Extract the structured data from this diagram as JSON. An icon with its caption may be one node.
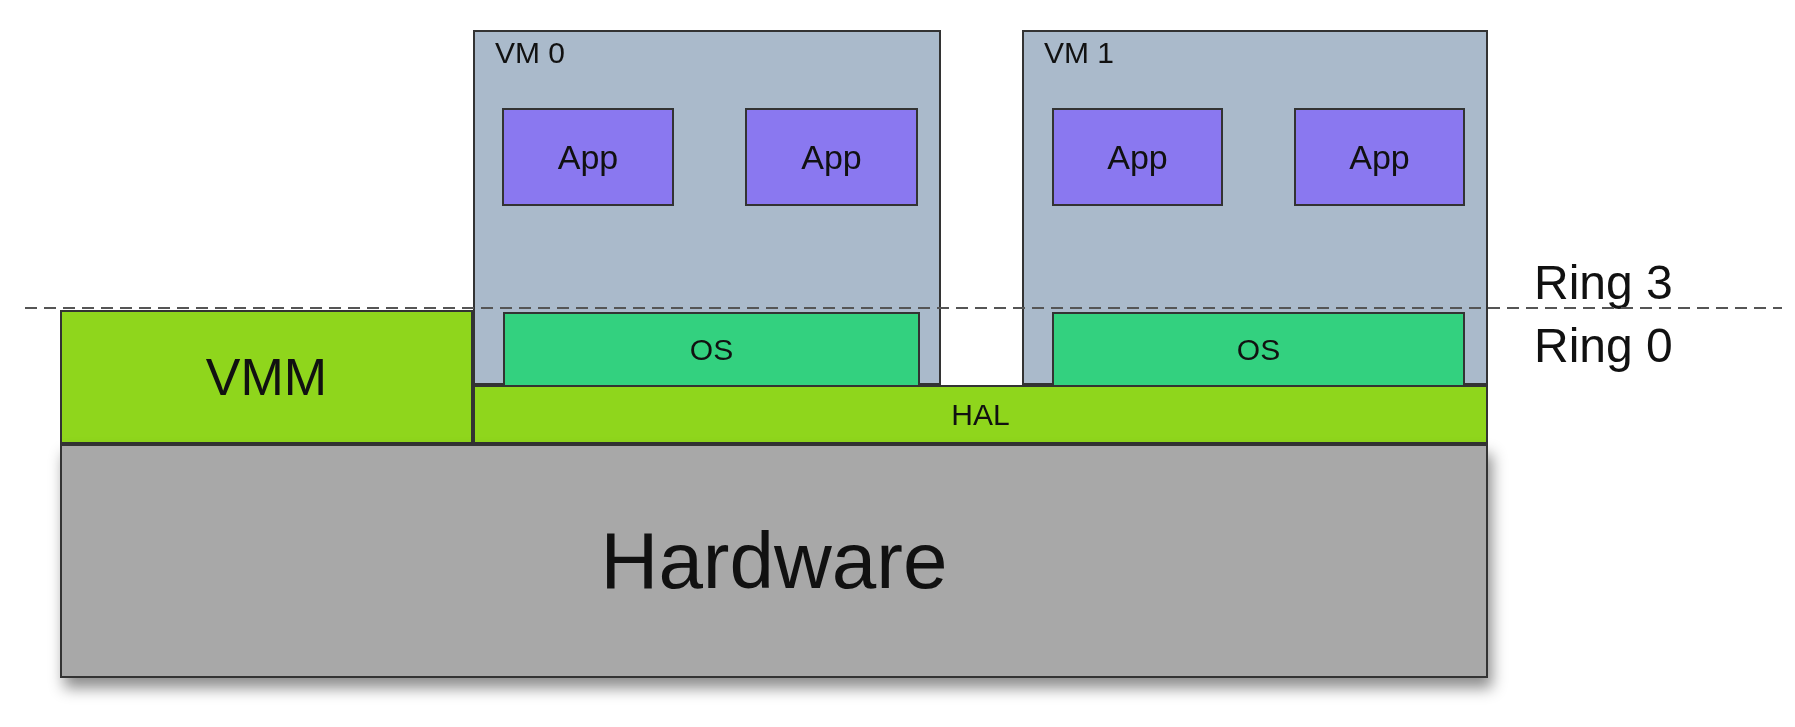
{
  "diagram": {
    "nodes": [
      {
        "text": [
          "VM 0"
        ]
      },
      {
        "text": [
          "App"
        ],
        "in": 0
      },
      {
        "text": [
          "App"
        ],
        "in": 0
      },
      {
        "text": [
          "OS"
        ],
        "in": 0
      },
      {
        "text": [
          "VM 1"
        ]
      },
      {
        "text": [
          "App"
        ],
        "in": 4
      },
      {
        "text": [
          "App"
        ],
        "in": 4
      },
      {
        "text": [
          "OS"
        ],
        "in": 4
      },
      {
        "text": [
          "VMM"
        ]
      },
      {
        "text": [
          "HAL"
        ]
      },
      {
        "text": [
          "Hardware"
        ]
      }
    ],
    "edges": [],
    "labels": [
      "Ring 3",
      "Ring 0"
    ]
  }
}
